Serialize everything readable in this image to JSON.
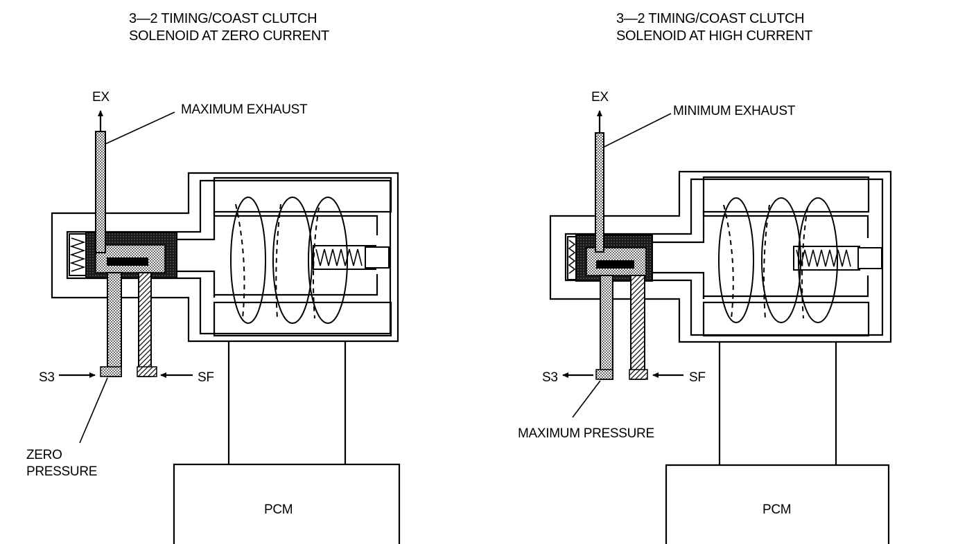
{
  "panels": [
    {
      "title_line1": "3—2 TIMING/COAST CLUTCH",
      "title_line2": "SOLENOID AT ZERO CURRENT",
      "ex_label": "EX",
      "exhaust_label": "MAXIMUM EXHAUST",
      "s3_label": "S3",
      "sf_label": "SF",
      "pressure_line1": "ZERO",
      "pressure_line2": "PRESSURE",
      "pcm_label": "PCM"
    },
    {
      "title_line1": "3—2 TIMING/COAST CLUTCH",
      "title_line2": "SOLENOID AT HIGH CURRENT",
      "ex_label": "EX",
      "exhaust_label": "MINIMUM EXHAUST",
      "s3_label": "S3",
      "sf_label": "SF",
      "pressure_line1": "MAXIMUM PRESSURE",
      "pcm_label": "PCM"
    }
  ]
}
